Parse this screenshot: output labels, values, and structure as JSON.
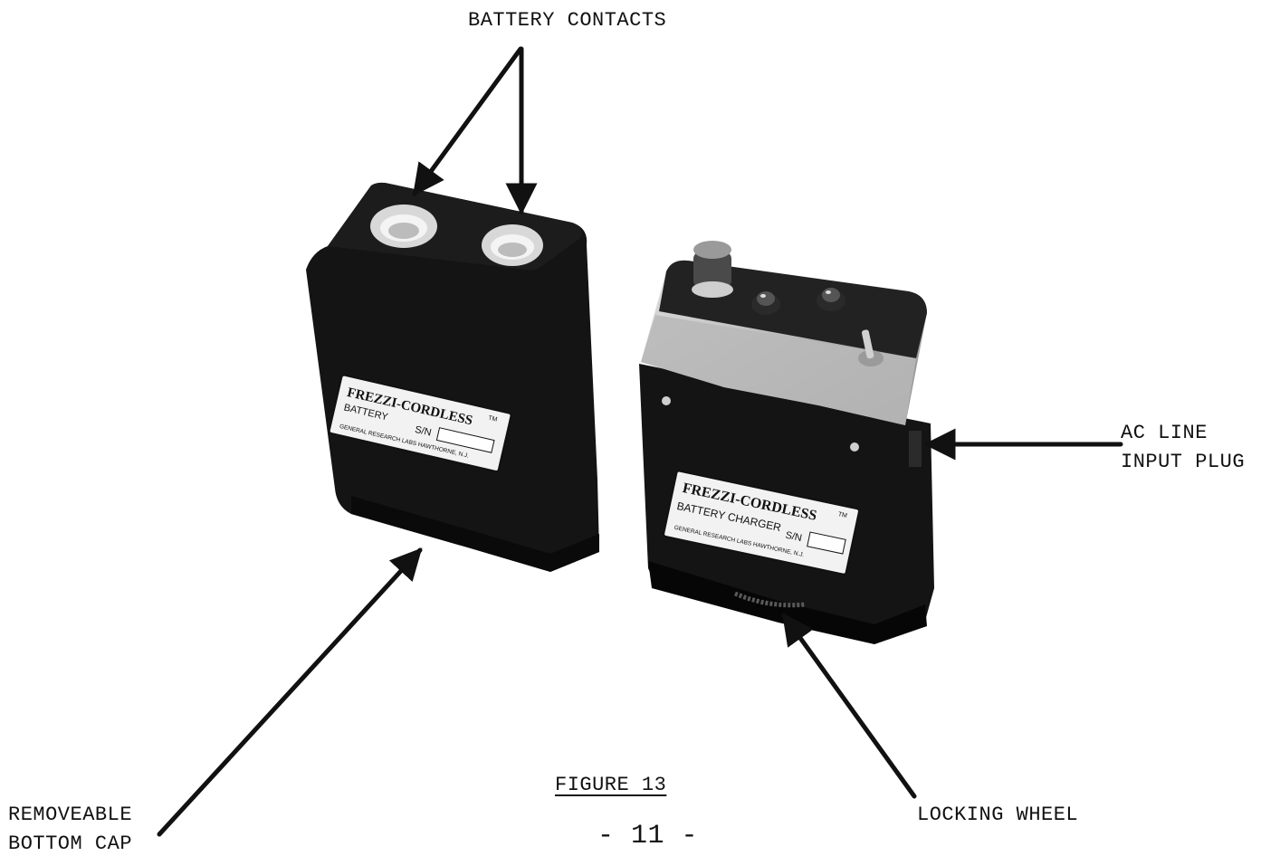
{
  "callouts": {
    "battery_contacts": "BATTERY CONTACTS",
    "ac_line_input_plug_line1": "AC LINE",
    "ac_line_input_plug_line2": "INPUT PLUG",
    "removeable_bottom_cap_line1": "REMOVEABLE",
    "removeable_bottom_cap_line2": "BOTTOM CAP",
    "locking_wheel": "LOCKING WHEEL"
  },
  "caption": {
    "figure": "FIGURE 13",
    "page_number": "- 11 -"
  },
  "battery_label": {
    "brand": "FREZZI-CORDLESS",
    "trademark": "TM",
    "product": "BATTERY",
    "serial": "S/N",
    "maker": "GENERAL RESEARCH LABS HAWTHORNE, N.J."
  },
  "charger_label": {
    "brand": "FREZZI-CORDLESS",
    "trademark": "TM",
    "product": "BATTERY CHARGER",
    "serial": "S/N",
    "maker": "GENERAL RESEARCH LABS HAWTHORNE, N.J."
  },
  "colors": {
    "ink": "#111111",
    "device_body": "#141414",
    "paper": "#ffffff"
  }
}
